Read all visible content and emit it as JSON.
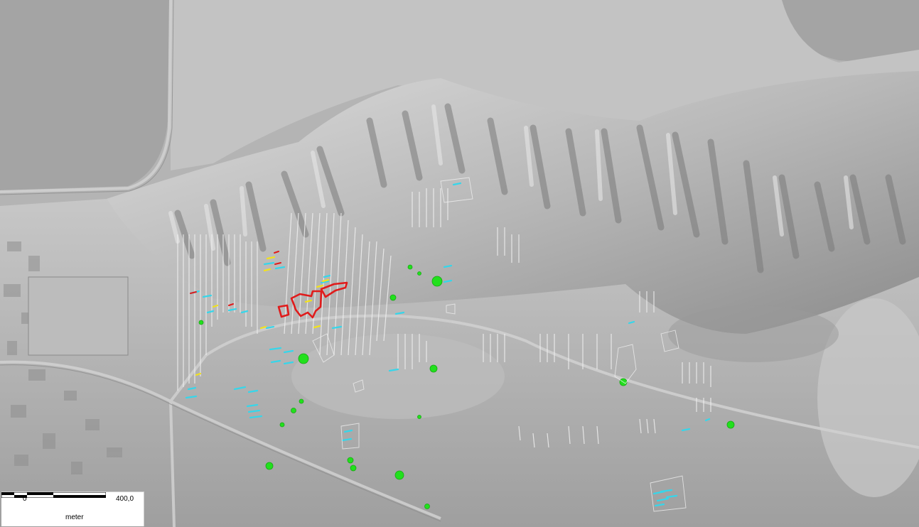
{
  "map": {
    "description_colors": {
      "terrain_light": "#d6d6d6",
      "terrain_dark": "#6e6e6e",
      "flat_plain": "#a9a9a9",
      "water": "#a3a3a3",
      "red_outline": "#e01b1b",
      "green_points": "#22e01d",
      "cyan_marks": "#38d8e8",
      "yellow_marks": "#f0e020",
      "white_lines": "#f4f4f4"
    }
  },
  "scalebar": {
    "zero_label": "0",
    "max_label": "400,0",
    "unit_label": "meter"
  }
}
